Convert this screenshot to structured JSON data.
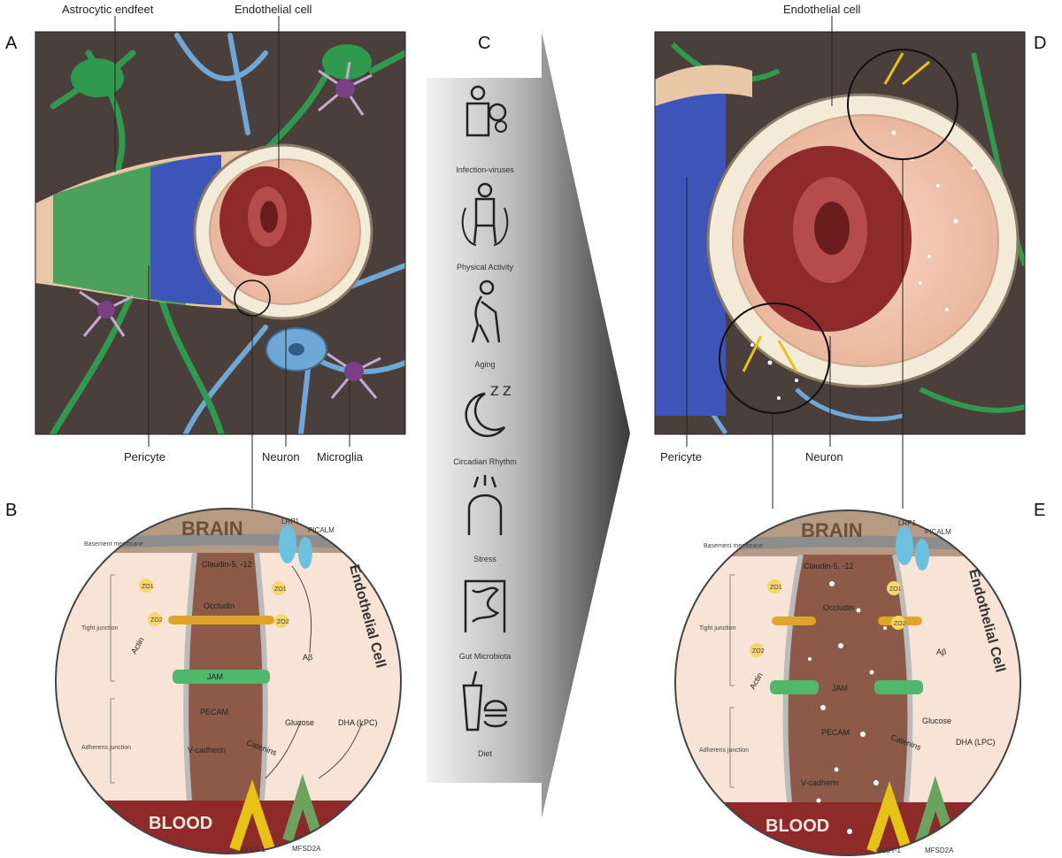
{
  "panels": {
    "A": "A",
    "B": "B",
    "C": "C",
    "D": "D",
    "E": "E"
  },
  "panel_A": {
    "astrocytic_endfeet": "Astrocytic endfeet",
    "endothelial_cell": "Endothelial cell",
    "pericyte": "Pericyte",
    "neuron": "Neuron",
    "microglia": "Microglia"
  },
  "panel_D": {
    "endothelial_cell": "Endothelial cell",
    "pericyte": "Pericyte",
    "neuron": "Neuron"
  },
  "detail": {
    "brain": "BRAIN",
    "blood": "BLOOD",
    "basement_membrane": "Basement membrane",
    "endothelial_cell": "Endothelial Cell",
    "tight_junction": "Tight junction",
    "adherens_junction": "Adherens junction",
    "actin": "Actin",
    "claudin": "Claudin-5, -12",
    "occludin": "Occludin",
    "jam": "JAM",
    "pecam": "PECAM",
    "v_cadherin": "V-cadherin",
    "catenins": "Catenins",
    "glucose": "Glucose",
    "dha": "DHA (LPC)",
    "lrp1": "LRP1",
    "picalm": "PICALM",
    "abeta": "Aβ",
    "glut1": "GLUT-1",
    "mfsd2a": "MFSD2A",
    "zo1": "ZO1",
    "zo2": "ZO2"
  },
  "factors": [
    {
      "label": "Infection-viruses",
      "icon": "virus-person-icon"
    },
    {
      "label": "Physical Activity",
      "icon": "exercise-icon"
    },
    {
      "label": "Aging",
      "icon": "elderly-icon"
    },
    {
      "label": "Circadian Rhythm",
      "icon": "moon-sleep-icon"
    },
    {
      "label": "Stress",
      "icon": "stress-head-icon"
    },
    {
      "label": "Gut Microbiota",
      "icon": "intestine-icon"
    },
    {
      "label": "Diet",
      "icon": "fast-food-icon"
    }
  ],
  "colors": {
    "brain_tissue": "#4a3f3a",
    "vessel_wall": "#f2c9b4",
    "blood": "#8e2a2a",
    "astrocyte": "#2f9a4e",
    "pericyte": "#3d55b8",
    "neuron": "#6fa8d6",
    "microglia": "#7a3f86",
    "arrow_gradient_dark": "#444444"
  }
}
